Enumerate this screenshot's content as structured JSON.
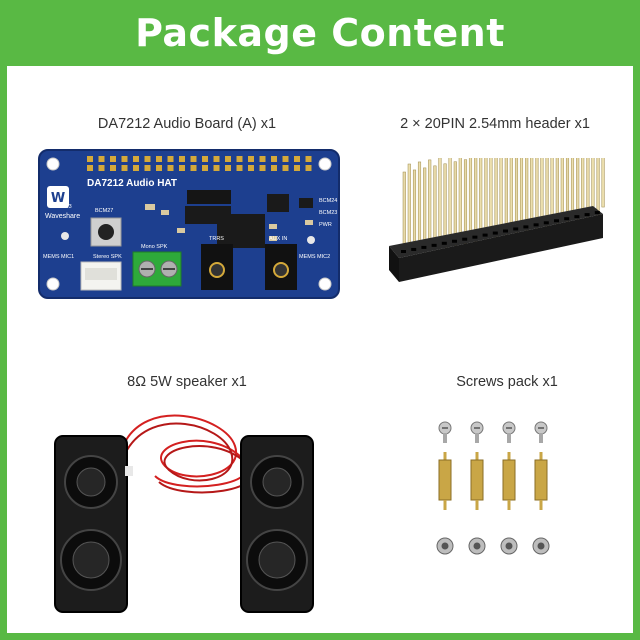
{
  "title": "Package Content",
  "items": [
    {
      "label": "DA7212 Audio Board (A) x1",
      "icon": "audio-board-image"
    },
    {
      "label": "2 × 20PIN 2.54mm header x1",
      "icon": "pin-header-image"
    },
    {
      "label": "8Ω 5W speaker x1",
      "icon": "speaker-image"
    },
    {
      "label": "Screws pack x1",
      "icon": "screws-image"
    }
  ],
  "board": {
    "logo": "Waveshare",
    "name": "DA7212 Audio HAT",
    "silk": [
      "BCM24",
      "BCM23",
      "PWR",
      "MEMS MIC1",
      "MEMS MIC2",
      "Stereo SPK",
      "Mono SPK",
      "TRRS",
      "AUX IN",
      "BCM27",
      "E3"
    ]
  },
  "colors": {
    "header_bg": "#59b944",
    "board_blue": "#1d3f8f",
    "terminal_green": "#2eaa3a",
    "brass": "#c9a646"
  }
}
